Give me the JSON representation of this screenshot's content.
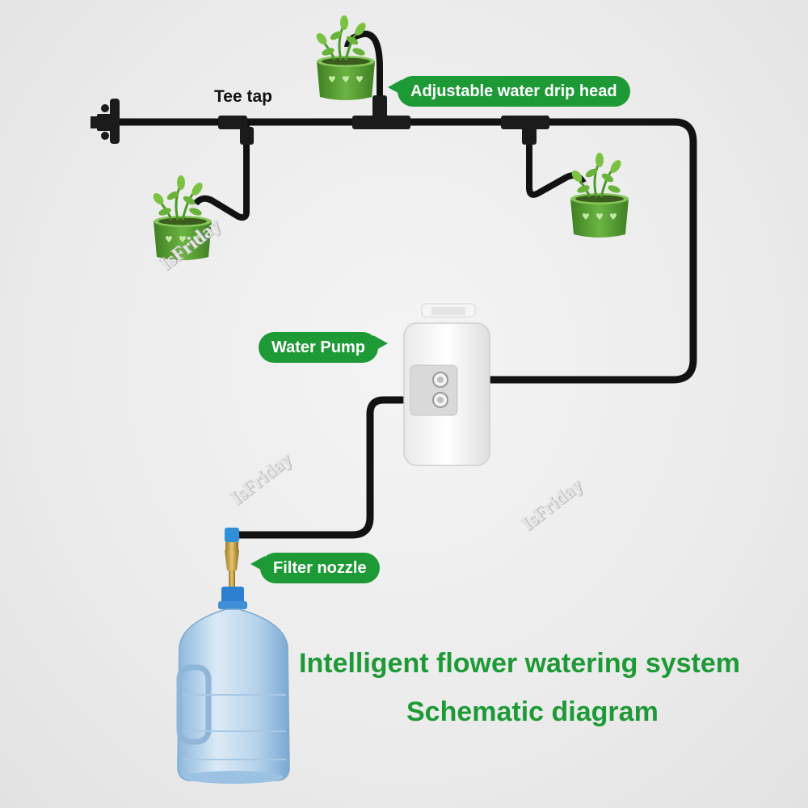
{
  "labels": {
    "tee_tap": "Tee tap",
    "drip_head": "Adjustable water drip head",
    "water_pump": "Water Pump",
    "filter_nozzle": "Filter nozzle"
  },
  "title": {
    "line1": "Intelligent flower watering system",
    "line2": "Schematic diagram"
  },
  "watermark": "IsFriday",
  "icons": [
    "plant-pot-icon",
    "tee-connector-icon",
    "end-valve-icon",
    "water-pump-icon",
    "filter-nozzle-icon",
    "water-bottle-icon"
  ],
  "colors": {
    "callout_green": "#1d9a35",
    "tube": "#121212",
    "pot_green": "#5a9e34",
    "bottle_blue": "#3f8fd6"
  }
}
